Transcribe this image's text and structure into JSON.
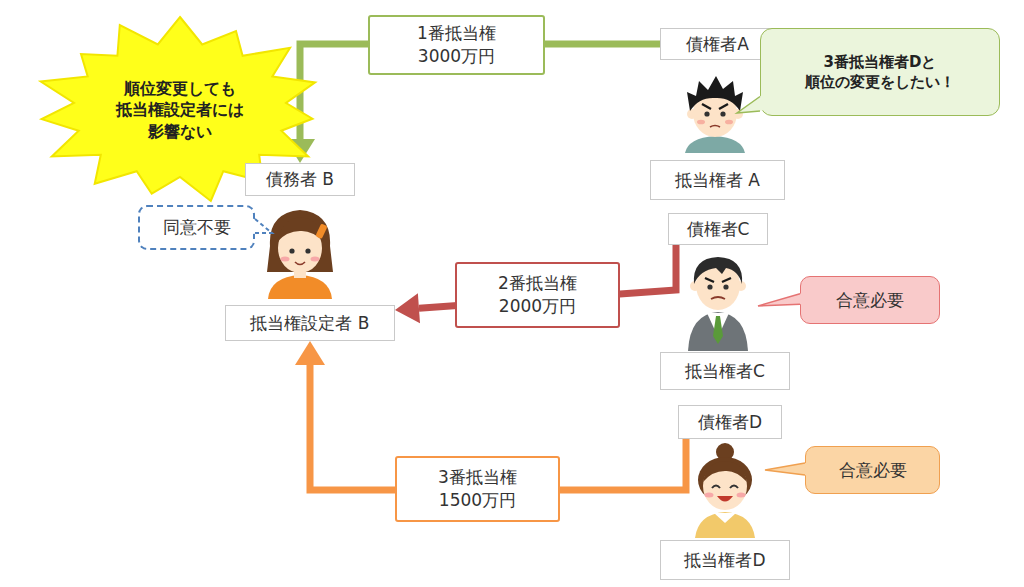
{
  "diagram": {
    "nodes": [
      {
        "text": [
          "順位変更しても 抵当権設定者には 影響ない"
        ]
      },
      {
        "text": [
          "債権者A"
        ]
      },
      {
        "text": [
          "3番抵当権者Dと 順位の変更をしたい！"
        ]
      },
      {
        "text": [
          "債務者 B"
        ]
      },
      {
        "text": [
          "抵当権者 A"
        ]
      },
      {
        "text": [
          "同意不要"
        ]
      },
      {
        "text": [
          "債権者C"
        ]
      },
      {
        "text": [
          "合意必要"
        ]
      },
      {
        "text": [
          "抵当権設定者 B"
        ]
      },
      {
        "text": [
          "抵当権者C"
        ]
      },
      {
        "text": [
          "債権者D"
        ]
      },
      {
        "text": [
          "合意必要"
        ]
      },
      {
        "text": [
          "抵当権者D"
        ]
      }
    ],
    "edges": [
      {
        "from": 1,
        "to": 3,
        "label": "1番抵当権 3000万円",
        "arrow": "to"
      },
      {
        "from": 6,
        "to": 8,
        "label": "2番抵当権 2000万円",
        "arrow": "to"
      },
      {
        "from": 10,
        "to": 8,
        "label": "3番抵当権 1500万円",
        "arrow": "to"
      }
    ]
  }
}
